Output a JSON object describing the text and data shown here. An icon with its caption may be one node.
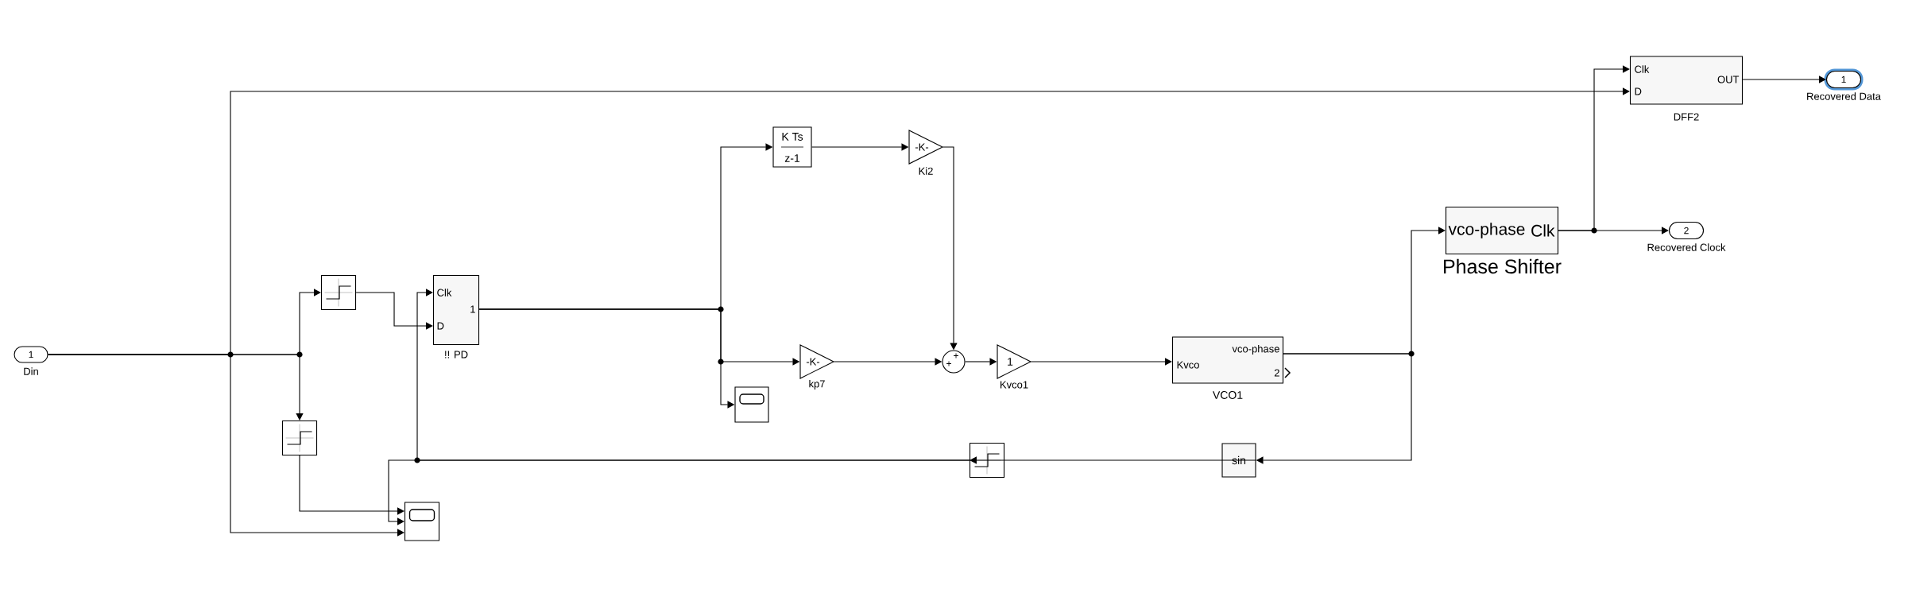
{
  "diagram": {
    "nodes": [
      {
        "text": [
          "1"
        ],
        "beside": [
          "Din"
        ]
      },
      {
        "text": [],
        "shape": "box"
      },
      {
        "text": [],
        "shape": "box"
      },
      {
        "text": [
          "Clk",
          "D",
          "1"
        ],
        "beside": [
          "!! PD"
        ]
      },
      {
        "text": [],
        "shape": "box"
      },
      {
        "text": [
          "K Ts",
          "z-1"
        ]
      },
      {
        "text": [
          "-K-"
        ],
        "beside": [
          "Ki2"
        ]
      },
      {
        "text": [
          "-K-"
        ],
        "beside": [
          "kp7"
        ]
      },
      {
        "text": [],
        "shape": "box"
      },
      {
        "text": [
          "+",
          "+"
        ]
      },
      {
        "text": [
          "1"
        ],
        "beside": [
          "Kvco1"
        ]
      },
      {
        "text": [
          "Kvco",
          "vco-phase",
          "2"
        ],
        "beside": [
          "VCO1"
        ]
      },
      {
        "text": [],
        "shape": "box"
      },
      {
        "text": [
          "sin"
        ]
      },
      {
        "text": [
          "vco-phase",
          "Clk"
        ],
        "beside": [
          "Phase Shifter"
        ]
      },
      {
        "text": [
          "Clk",
          "D",
          "OUT"
        ],
        "beside": [
          "DFF2"
        ]
      },
      {
        "text": [
          "1"
        ],
        "beside": [
          "Recovered Data"
        ]
      },
      {
        "text": [
          "2"
        ],
        "beside": [
          "Recovered Clock"
        ]
      }
    ],
    "edges": [
      {
        "from": 0,
        "to": 1,
        "arrow": "to"
      },
      {
        "from": 0,
        "to": 2,
        "arrow": "to"
      },
      {
        "from": 0,
        "to": 15,
        "arrow": "to"
      },
      {
        "from": 0,
        "to": 4,
        "arrow": "to"
      },
      {
        "from": 1,
        "to": 3,
        "arrow": "to"
      },
      {
        "from": 2,
        "to": 4,
        "arrow": "to"
      },
      {
        "from": 12,
        "to": 3,
        "arrow": "to"
      },
      {
        "from": 12,
        "to": 4,
        "arrow": "to"
      },
      {
        "from": 3,
        "to": 5,
        "arrow": "to"
      },
      {
        "from": 3,
        "to": 7,
        "arrow": "to"
      },
      {
        "from": 3,
        "to": 8,
        "arrow": "to"
      },
      {
        "from": 5,
        "to": 6,
        "arrow": "to"
      },
      {
        "from": 6,
        "to": 9,
        "arrow": "to"
      },
      {
        "from": 7,
        "to": 9,
        "arrow": "to"
      },
      {
        "from": 9,
        "to": 10,
        "arrow": "to"
      },
      {
        "from": 10,
        "to": 11,
        "arrow": "to"
      },
      {
        "from": 11,
        "to": 14,
        "arrow": "to"
      },
      {
        "from": 11,
        "to": 13,
        "arrow": "to"
      },
      {
        "from": 13,
        "to": 12,
        "arrow": "to"
      },
      {
        "from": 14,
        "to": 17,
        "arrow": "to"
      },
      {
        "from": 14,
        "to": 15,
        "arrow": "to"
      },
      {
        "from": 15,
        "to": 16,
        "arrow": "to"
      }
    ]
  }
}
